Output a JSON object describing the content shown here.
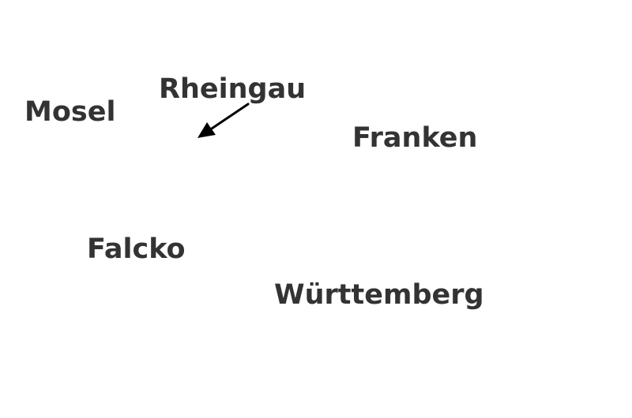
{
  "map": {
    "labels": {
      "mosel": "Mosel",
      "rheingau": "Rheingau",
      "franken": "Franken",
      "falcko": "Falcko",
      "wuerttemberg": "Württemberg"
    },
    "colors": {
      "label_text": "#333333",
      "arrow": "#000000",
      "background": "#ffffff"
    },
    "icons": {
      "pointer": "arrow-icon"
    }
  }
}
